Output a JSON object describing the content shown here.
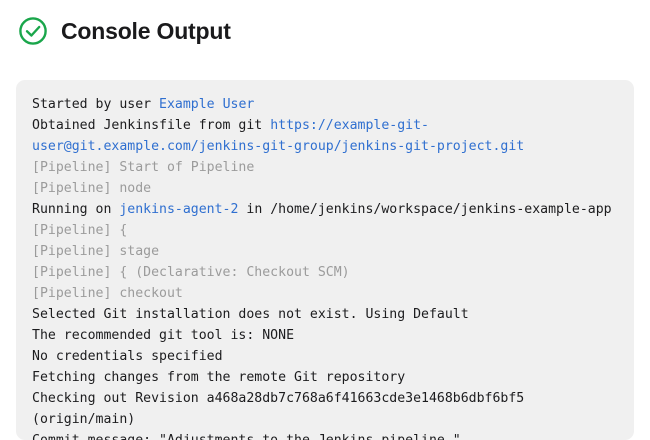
{
  "header": {
    "status_icon": "check-circle-icon",
    "status_color": "#1aa64b",
    "title": "Console Output"
  },
  "console": {
    "background_color": "#f0f0f0",
    "text_color": "#1c1c1e",
    "muted_color": "#9b9b9b",
    "link_color": "#2f6fd0",
    "lines": [
      {
        "id": "line-started-by-user",
        "style": "normal",
        "parts": [
          {
            "text": "Started by user ",
            "type": "text"
          },
          {
            "text": "Example User",
            "type": "link"
          }
        ]
      },
      {
        "id": "line-obtained-jenkinsfile",
        "style": "normal",
        "parts": [
          {
            "text": "Obtained Jenkinsfile from git ",
            "type": "text"
          },
          {
            "text": "https://example-git-user@git.example.com/jenkins-git-group/jenkins-git-project.git",
            "type": "link"
          }
        ]
      },
      {
        "id": "line-pipeline-start",
        "style": "muted",
        "parts": [
          {
            "text": "[Pipeline] Start of Pipeline",
            "type": "text"
          }
        ]
      },
      {
        "id": "line-pipeline-node",
        "style": "muted",
        "parts": [
          {
            "text": "[Pipeline] node",
            "type": "text"
          }
        ]
      },
      {
        "id": "line-running-on",
        "style": "normal",
        "parts": [
          {
            "text": "Running on ",
            "type": "text"
          },
          {
            "text": "jenkins-agent-2",
            "type": "link"
          },
          {
            "text": " in /home/jenkins/workspace/jenkins-example-app",
            "type": "text"
          }
        ]
      },
      {
        "id": "line-pipeline-open-brace",
        "style": "muted",
        "parts": [
          {
            "text": "[Pipeline] {",
            "type": "text"
          }
        ]
      },
      {
        "id": "line-pipeline-stage",
        "style": "muted",
        "parts": [
          {
            "text": "[Pipeline] stage",
            "type": "text"
          }
        ]
      },
      {
        "id": "line-pipeline-declarative-checkout",
        "style": "muted",
        "parts": [
          {
            "text": "[Pipeline] { (Declarative: Checkout SCM)",
            "type": "text"
          }
        ]
      },
      {
        "id": "line-pipeline-checkout",
        "style": "muted",
        "parts": [
          {
            "text": "[Pipeline] checkout",
            "type": "text"
          }
        ]
      },
      {
        "id": "line-selected-git-installation",
        "style": "normal",
        "parts": [
          {
            "text": "Selected Git installation does not exist. Using Default",
            "type": "text"
          }
        ]
      },
      {
        "id": "line-recommended-git-tool",
        "style": "normal",
        "parts": [
          {
            "text": "The recommended git tool is: NONE",
            "type": "text"
          }
        ]
      },
      {
        "id": "line-no-credentials",
        "style": "normal",
        "parts": [
          {
            "text": "No credentials specified",
            "type": "text"
          }
        ]
      },
      {
        "id": "line-fetching-changes",
        "style": "normal",
        "parts": [
          {
            "text": "Fetching changes from the remote Git repository",
            "type": "text"
          }
        ]
      },
      {
        "id": "line-checking-out-revision",
        "style": "normal",
        "parts": [
          {
            "text": "Checking out Revision a468a28db7c768a6f41663cde3e1468b6dbf6bf5 (origin/main)",
            "type": "text"
          }
        ]
      },
      {
        "id": "line-commit-message",
        "style": "normal",
        "parts": [
          {
            "text": "Commit message: \"Adjustments to the Jenkins pipeline.\"",
            "type": "text"
          }
        ]
      }
    ]
  }
}
